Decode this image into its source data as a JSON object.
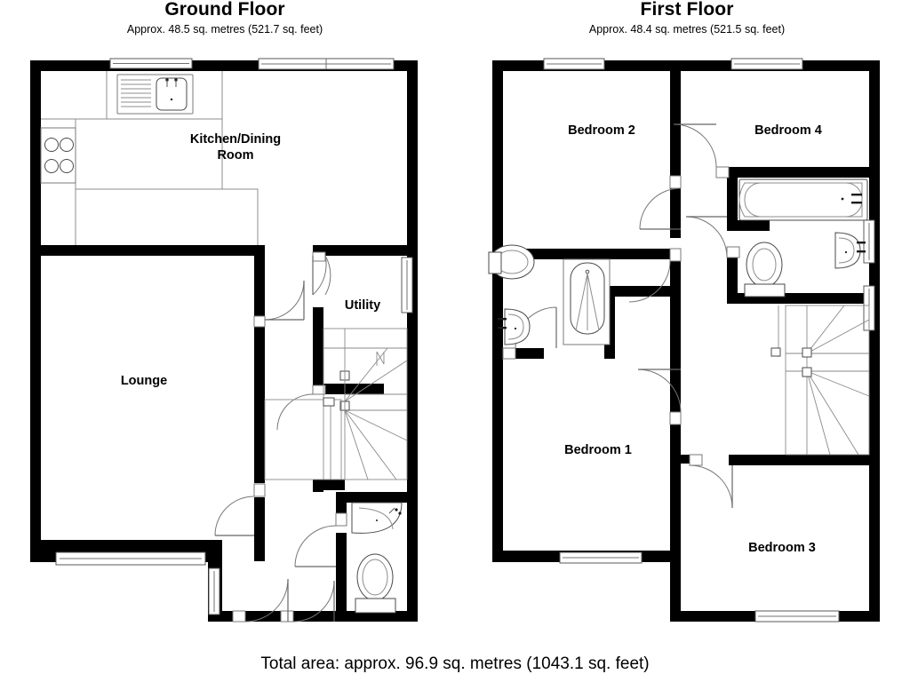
{
  "floors": [
    {
      "id": "ground",
      "title": "Ground Floor",
      "subtitle": "Approx. 48.5 sq. metres (521.7 sq. feet)",
      "rooms": [
        {
          "name": "kitchen-dining",
          "label": "Kitchen/Dining\nRoom"
        },
        {
          "name": "lounge",
          "label": "Lounge"
        },
        {
          "name": "utility",
          "label": "Utility"
        }
      ],
      "fixtures": [
        "sink-with-draining-board",
        "hob-four-ring",
        "corner-wash-basin",
        "toilet",
        "winder-staircase"
      ]
    },
    {
      "id": "first",
      "title": "First Floor",
      "subtitle": "Approx. 48.4 sq. metres (521.5 sq. feet)",
      "rooms": [
        {
          "name": "bedroom-2",
          "label": "Bedroom 2"
        },
        {
          "name": "bedroom-4",
          "label": "Bedroom 4"
        },
        {
          "name": "bedroom-1",
          "label": "Bedroom 1"
        },
        {
          "name": "bedroom-3",
          "label": "Bedroom 3"
        }
      ],
      "fixtures": [
        "bathtub",
        "shower-enclosure",
        "wash-basin",
        "toilet",
        "winder-staircase"
      ]
    }
  ],
  "footer": {
    "total_area": "Total area: approx. 96.9 sq. metres (1043.1 sq. feet)"
  },
  "colors": {
    "wall": "#000000",
    "background": "#ffffff",
    "fixture_stroke": "#7a7a7a",
    "text": "#000000"
  }
}
